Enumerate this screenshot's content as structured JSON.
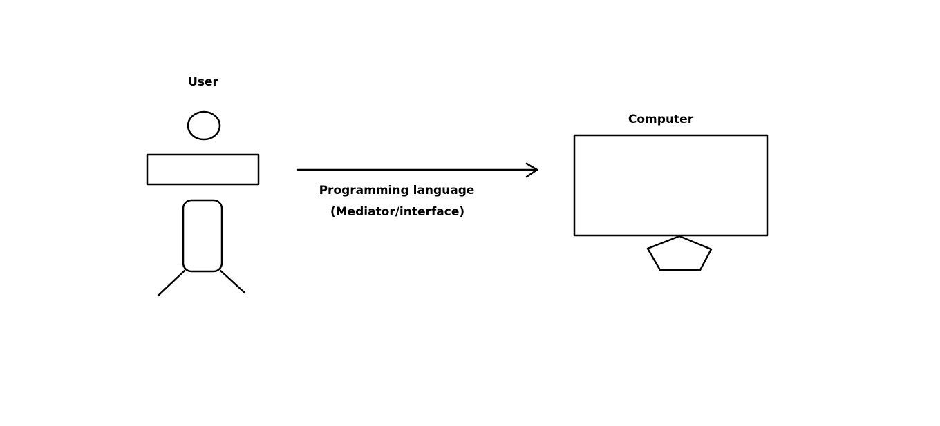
{
  "diagram": {
    "user": {
      "label": "User"
    },
    "computer": {
      "label": "Computer"
    },
    "connection": {
      "label_line1": "Programming language",
      "label_line2": "(Mediator/interface)"
    },
    "colors": {
      "stroke": "#000000",
      "background": "#ffffff"
    }
  }
}
